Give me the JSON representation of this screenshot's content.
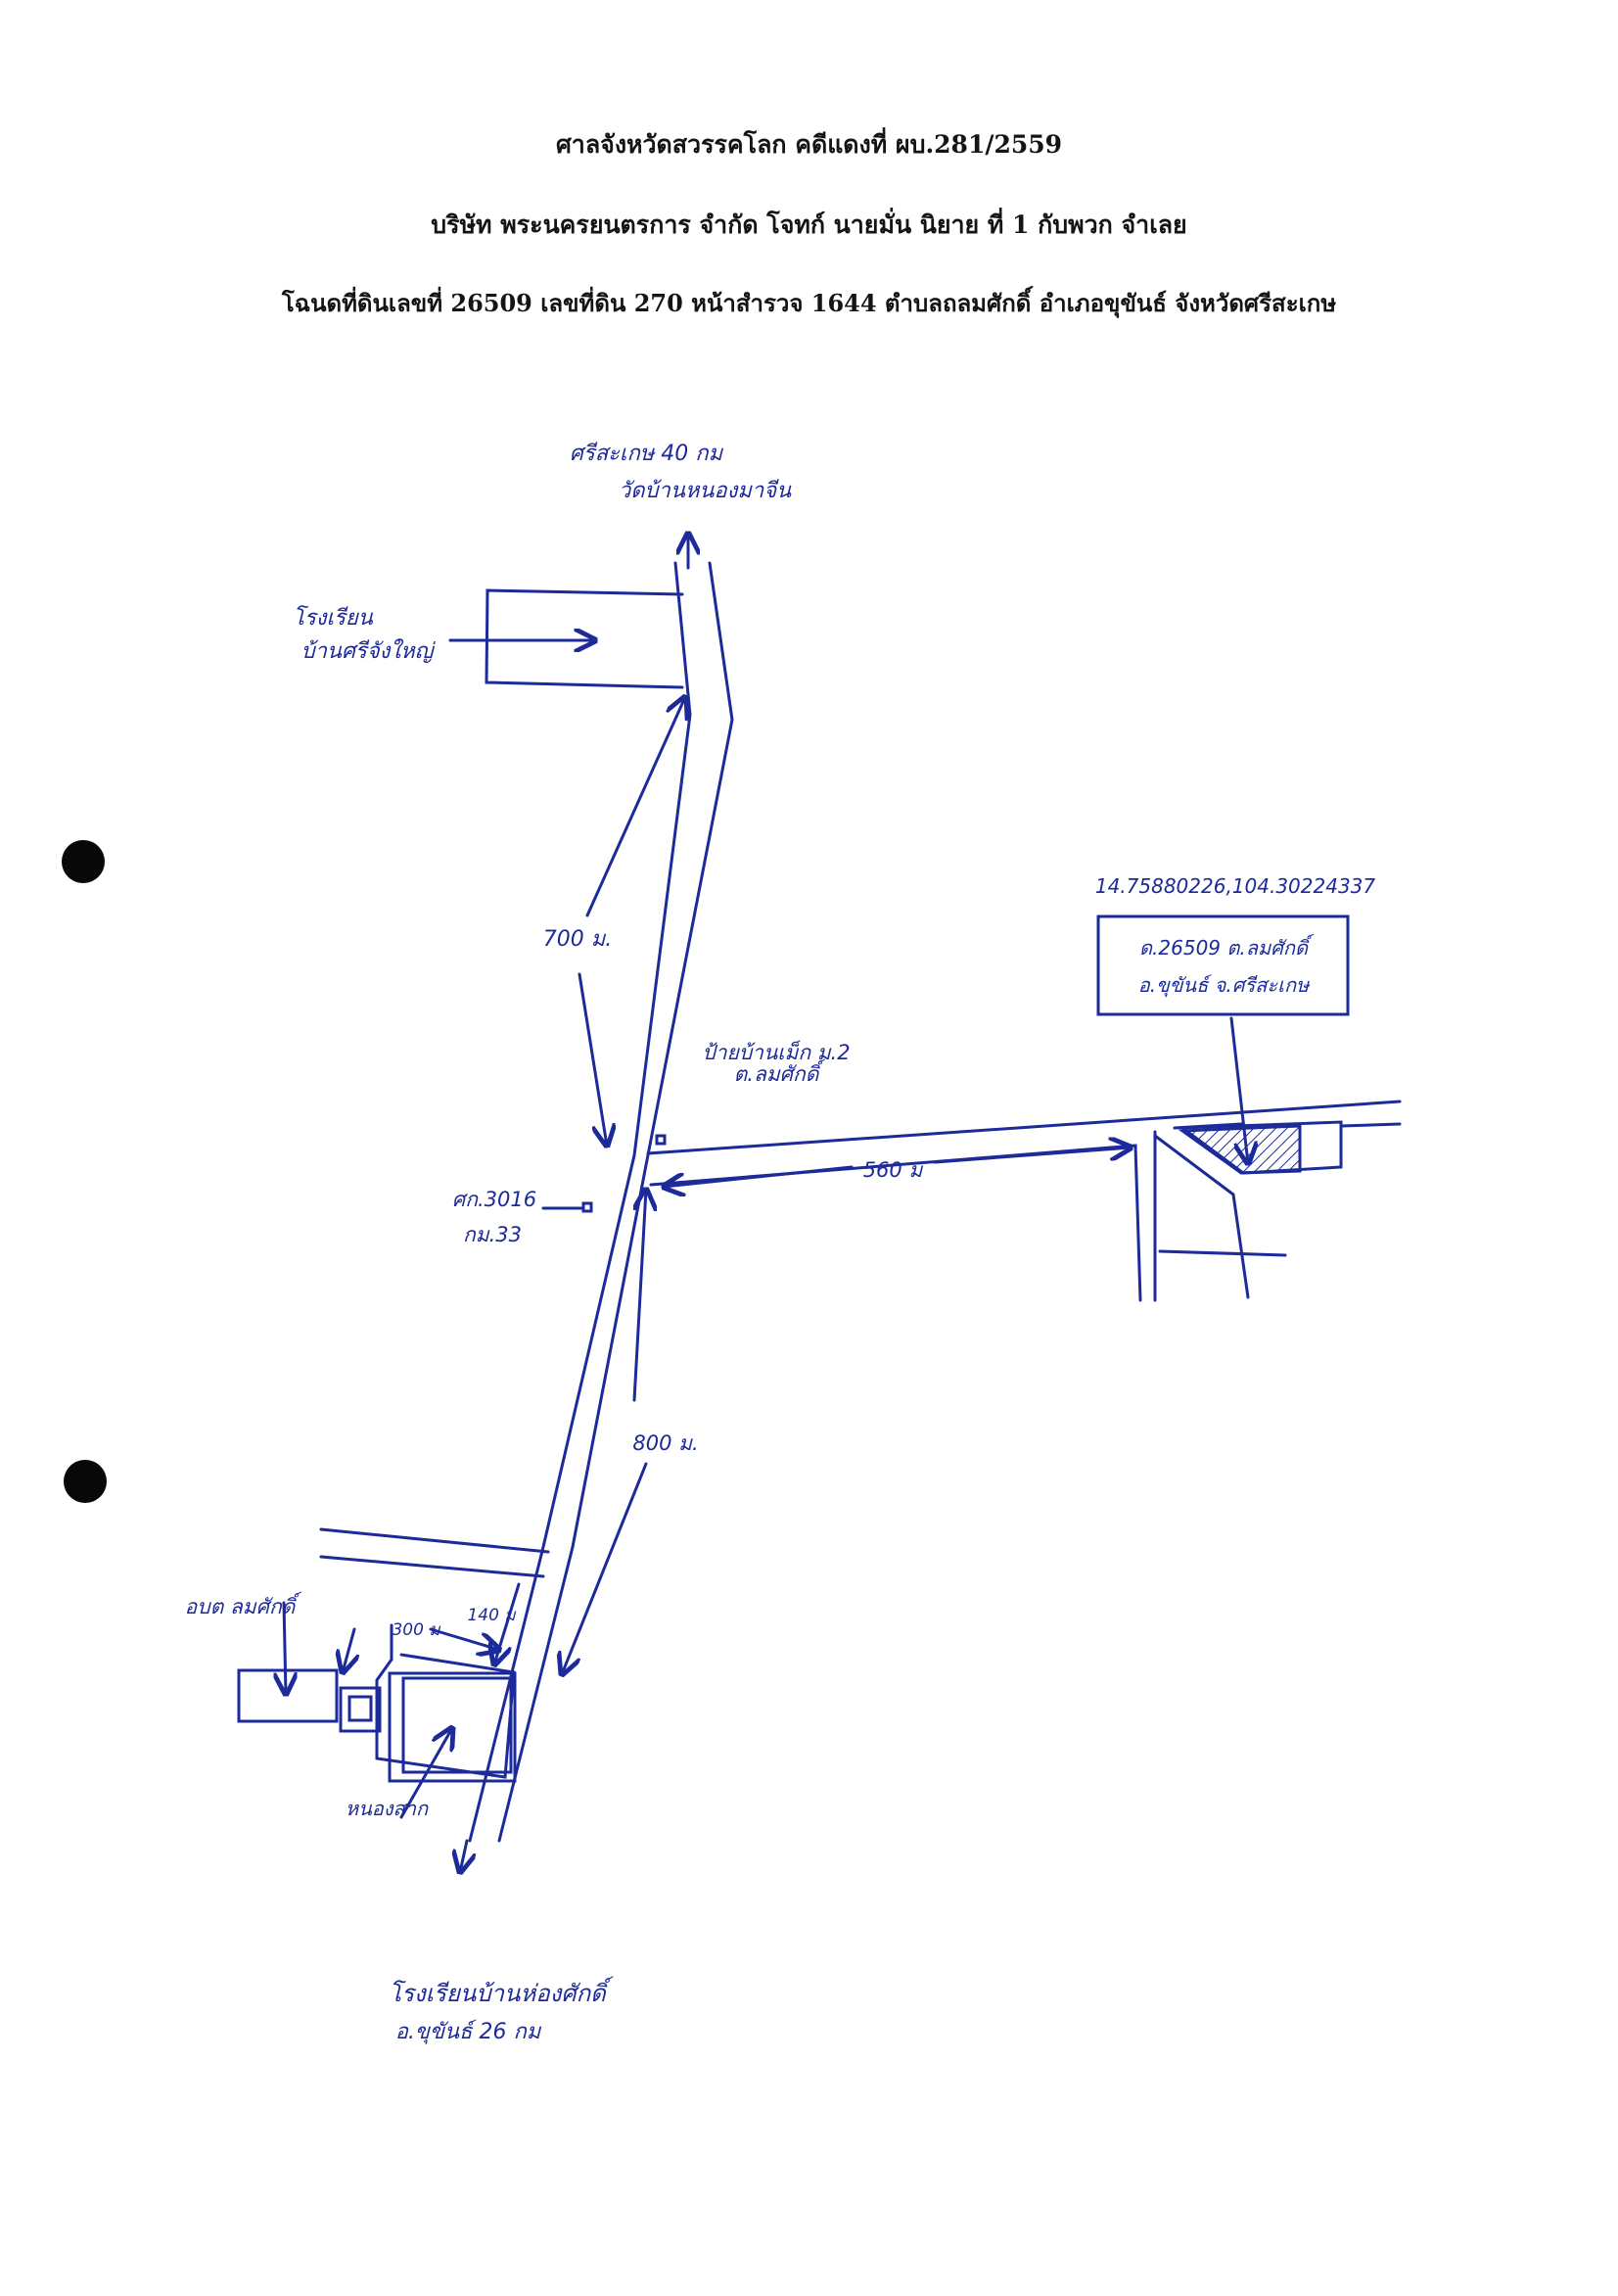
{
  "header": {
    "line1": "ศาลจังหวัดสวรรคโลก คดีแดงที่ ผบ.281/2559",
    "line2": "บริษัท พระนครยนตรการ จำกัด โจทก์ นายมั่น นิยาย ที่ 1 กับพวก จำเลย",
    "line3": "โฉนดที่ดินเลขที่ 26509 เลขที่ดิน 270 หน้าสำรวจ 1644 ตำบลถลมศักดิ์ อำเภอขุขันธ์ จังหวัดศรีสะเกษ"
  },
  "map": {
    "north_label_1": "ศรีสะเกษ 40 กม",
    "north_label_2": "วัดบ้านหนองมาจีน",
    "school_top_1": "โรงเรียน",
    "school_top_2": "บ้านศรีจังใหญ่",
    "dist_700": "700 ม.",
    "village_label_1": "ป้ายบ้านเม็ก ม.2",
    "village_label_2": "ต.ลมศักดิ์",
    "road_label_1": "ศก.3016",
    "road_label_2": "กม.33",
    "dist_560": "560 ม",
    "coordinates": "14.75880226,104.30224337",
    "parcel_line_1": "ด.26509 ต.ลมศักดิ์",
    "parcel_line_2": "อ.ขุขันธ์ จ.ศรีสะเกษ",
    "dist_800": "800 ม.",
    "office_label": "อบต ลมศักดิ์",
    "dist_300": "300 ม",
    "dist_140": "140 ม",
    "pond_label": "หนองสาก",
    "school_bottom_1": "โรงเรียนบ้านห่องศักดิ์",
    "school_bottom_2": "อ.ขุขันธ์ 26 กม"
  },
  "colors": {
    "ink_blue": "#1c2a9a",
    "header_text": "#141414",
    "punch_hole": "#080808"
  }
}
